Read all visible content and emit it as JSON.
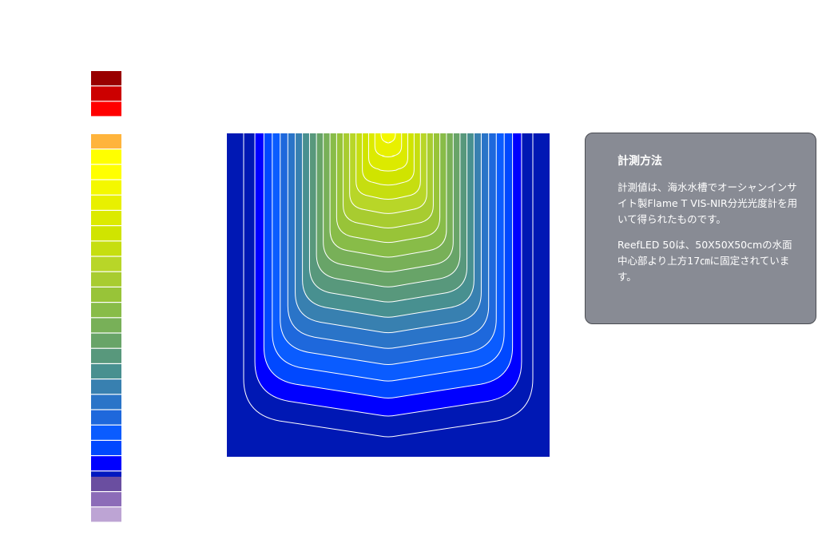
{
  "info_panel": {
    "title": "計測方法",
    "paragraph_1": "計測値は、海水水槽でオーシャンインサイト製Flame T VIS-NIR分光光度計を用いて得られたものです。",
    "paragraph_2": "ReefLED 50は、50X50X50cmの水面中心部より上方17㎝に固定されています。"
  },
  "chart_data": {
    "type": "heatmap",
    "legend": {
      "top_colors": [
        "#990000",
        "#cc0000",
        "#ff0000"
      ],
      "main_colors": [
        "#ffb43c",
        "#ffff00",
        "#ffff00",
        "#f4f800",
        "#e8f000",
        "#dcea00",
        "#d0e400",
        "#c6de10",
        "#b8d628",
        "#a8cc30",
        "#98c438",
        "#88bc48",
        "#78b058",
        "#68a468",
        "#58987c",
        "#489090",
        "#3880b0",
        "#2a74c8",
        "#1e68dc",
        "#0a5cff",
        "#0048ff",
        "#0000ff",
        "#0018c0"
      ],
      "bottom_colors": [
        "#6a4ea0",
        "#8c6cb8",
        "#bda4d4"
      ]
    },
    "contour_fills": [
      "#0018b4",
      "#0000ff",
      "#0048ff",
      "#0a5cff",
      "#1e68dc",
      "#2a74c8",
      "#3880b0",
      "#489090",
      "#58987c",
      "#68a468",
      "#78b058",
      "#88bc48",
      "#98c438",
      "#a8cc30",
      "#b8d628",
      "#c6de10",
      "#d0e400",
      "#dcea00",
      "#e8f000",
      "#f4f800"
    ],
    "line_color": "#ffffff",
    "background_color": "#0018b4"
  }
}
